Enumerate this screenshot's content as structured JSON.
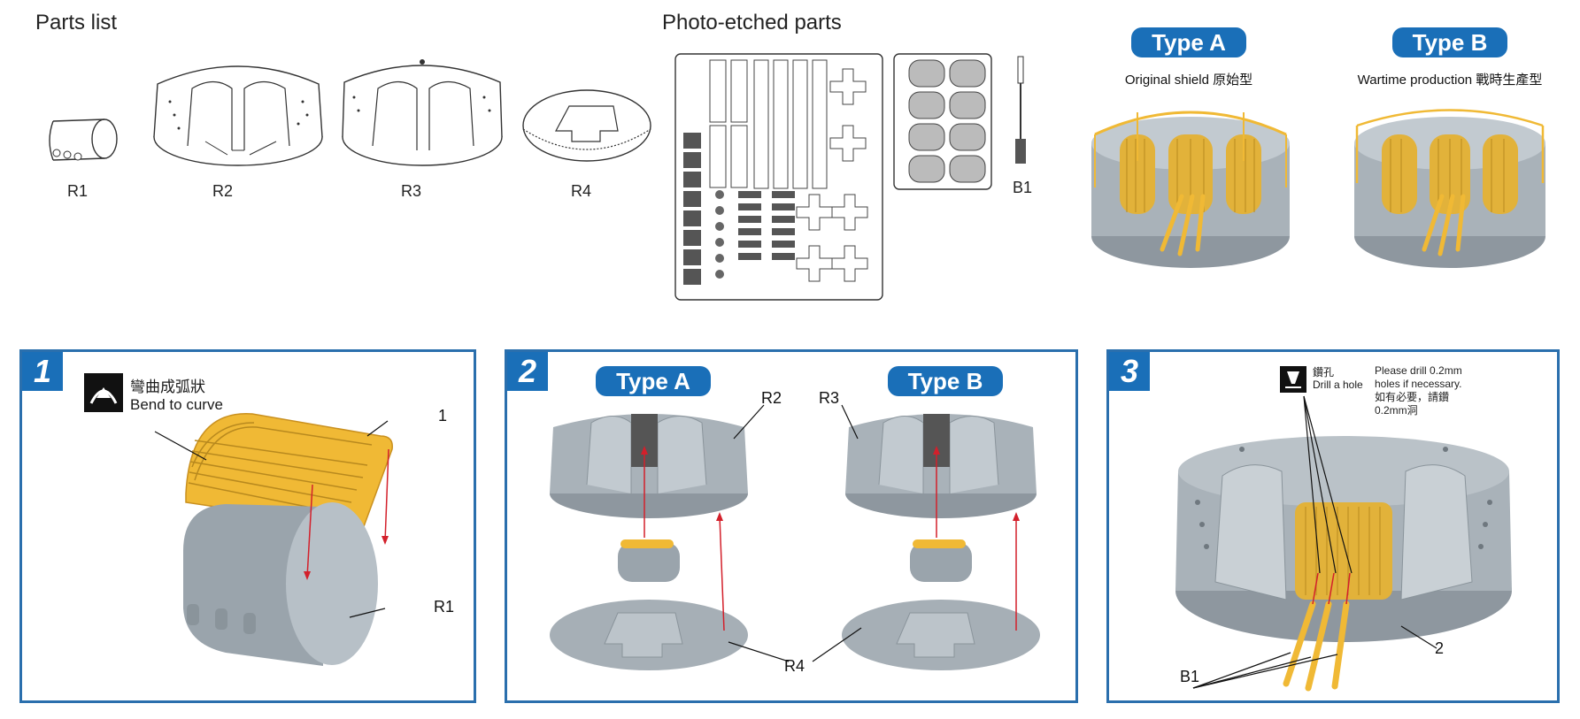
{
  "top": {
    "parts_list_title": "Parts list",
    "photo_etched_title": "Photo-etched parts",
    "parts": [
      {
        "label": "R1"
      },
      {
        "label": "R2"
      },
      {
        "label": "R3"
      },
      {
        "label": "R4"
      }
    ],
    "pe_part_label": "B1",
    "type_a": {
      "pill": "Type A",
      "caption": "Original shield 原始型"
    },
    "type_b": {
      "pill": "Type B",
      "caption": "Wartime production 戰時生產型"
    }
  },
  "steps": [
    {
      "number": "1",
      "bend_cn": "彎曲成弧狀",
      "bend_en": "Bend to curve",
      "label_1": "1",
      "label_r1": "R1"
    },
    {
      "number": "2",
      "pill_a": "Type A",
      "pill_b": "Type B",
      "label_r2": "R2",
      "label_r3": "R3",
      "label_r4": "R4"
    },
    {
      "number": "3",
      "drill_cn": "鑽孔",
      "drill_en": "Drill a hole",
      "note_en": "Please drill 0.2mm holes if necessary.",
      "note_cn": "如有必要，請鑽0.2mm洞",
      "label_b1": "B1",
      "label_2": "2"
    }
  ],
  "colors": {
    "accent_blue": "#1a6fb8",
    "frame_blue": "#2a6fad",
    "etched_gold": "#f0b935",
    "model_gray": "#9ea8b0",
    "arrow_red": "#d3202b"
  }
}
